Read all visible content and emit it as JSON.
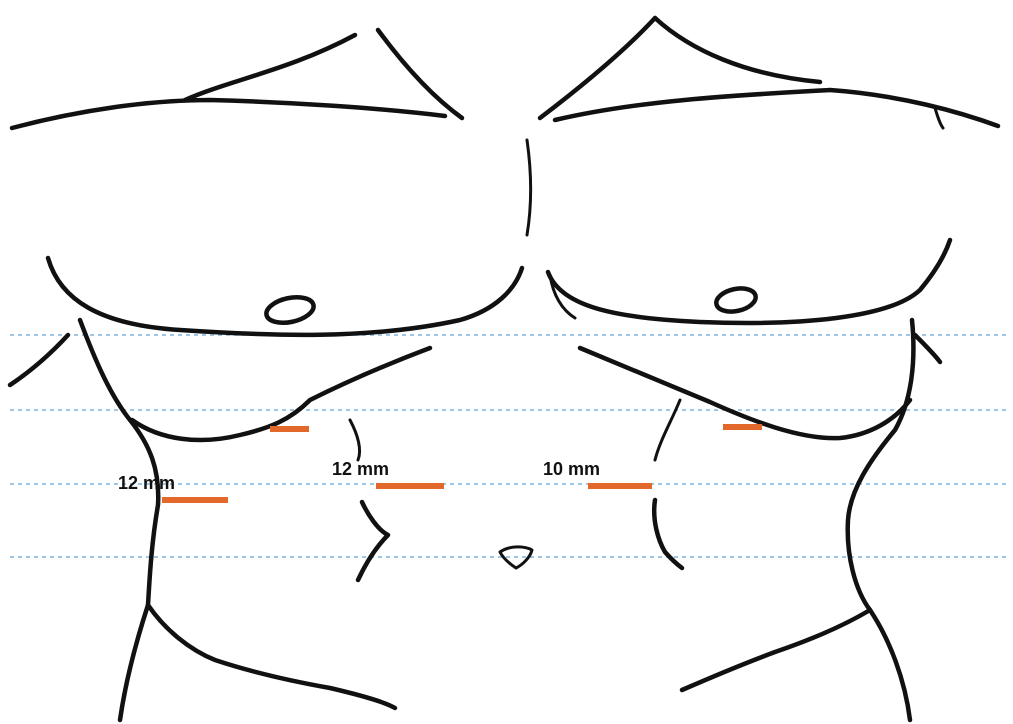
{
  "diagram": {
    "port_color": "#e2692b",
    "guide_color": "#7fb4dd",
    "ports": [
      {
        "id": "left-lateral",
        "label": "12 mm"
      },
      {
        "id": "left-subcostal",
        "label": ""
      },
      {
        "id": "midline-left",
        "label": "12 mm"
      },
      {
        "id": "midline-right",
        "label": "10 mm"
      },
      {
        "id": "right-subcostal",
        "label": ""
      }
    ]
  }
}
